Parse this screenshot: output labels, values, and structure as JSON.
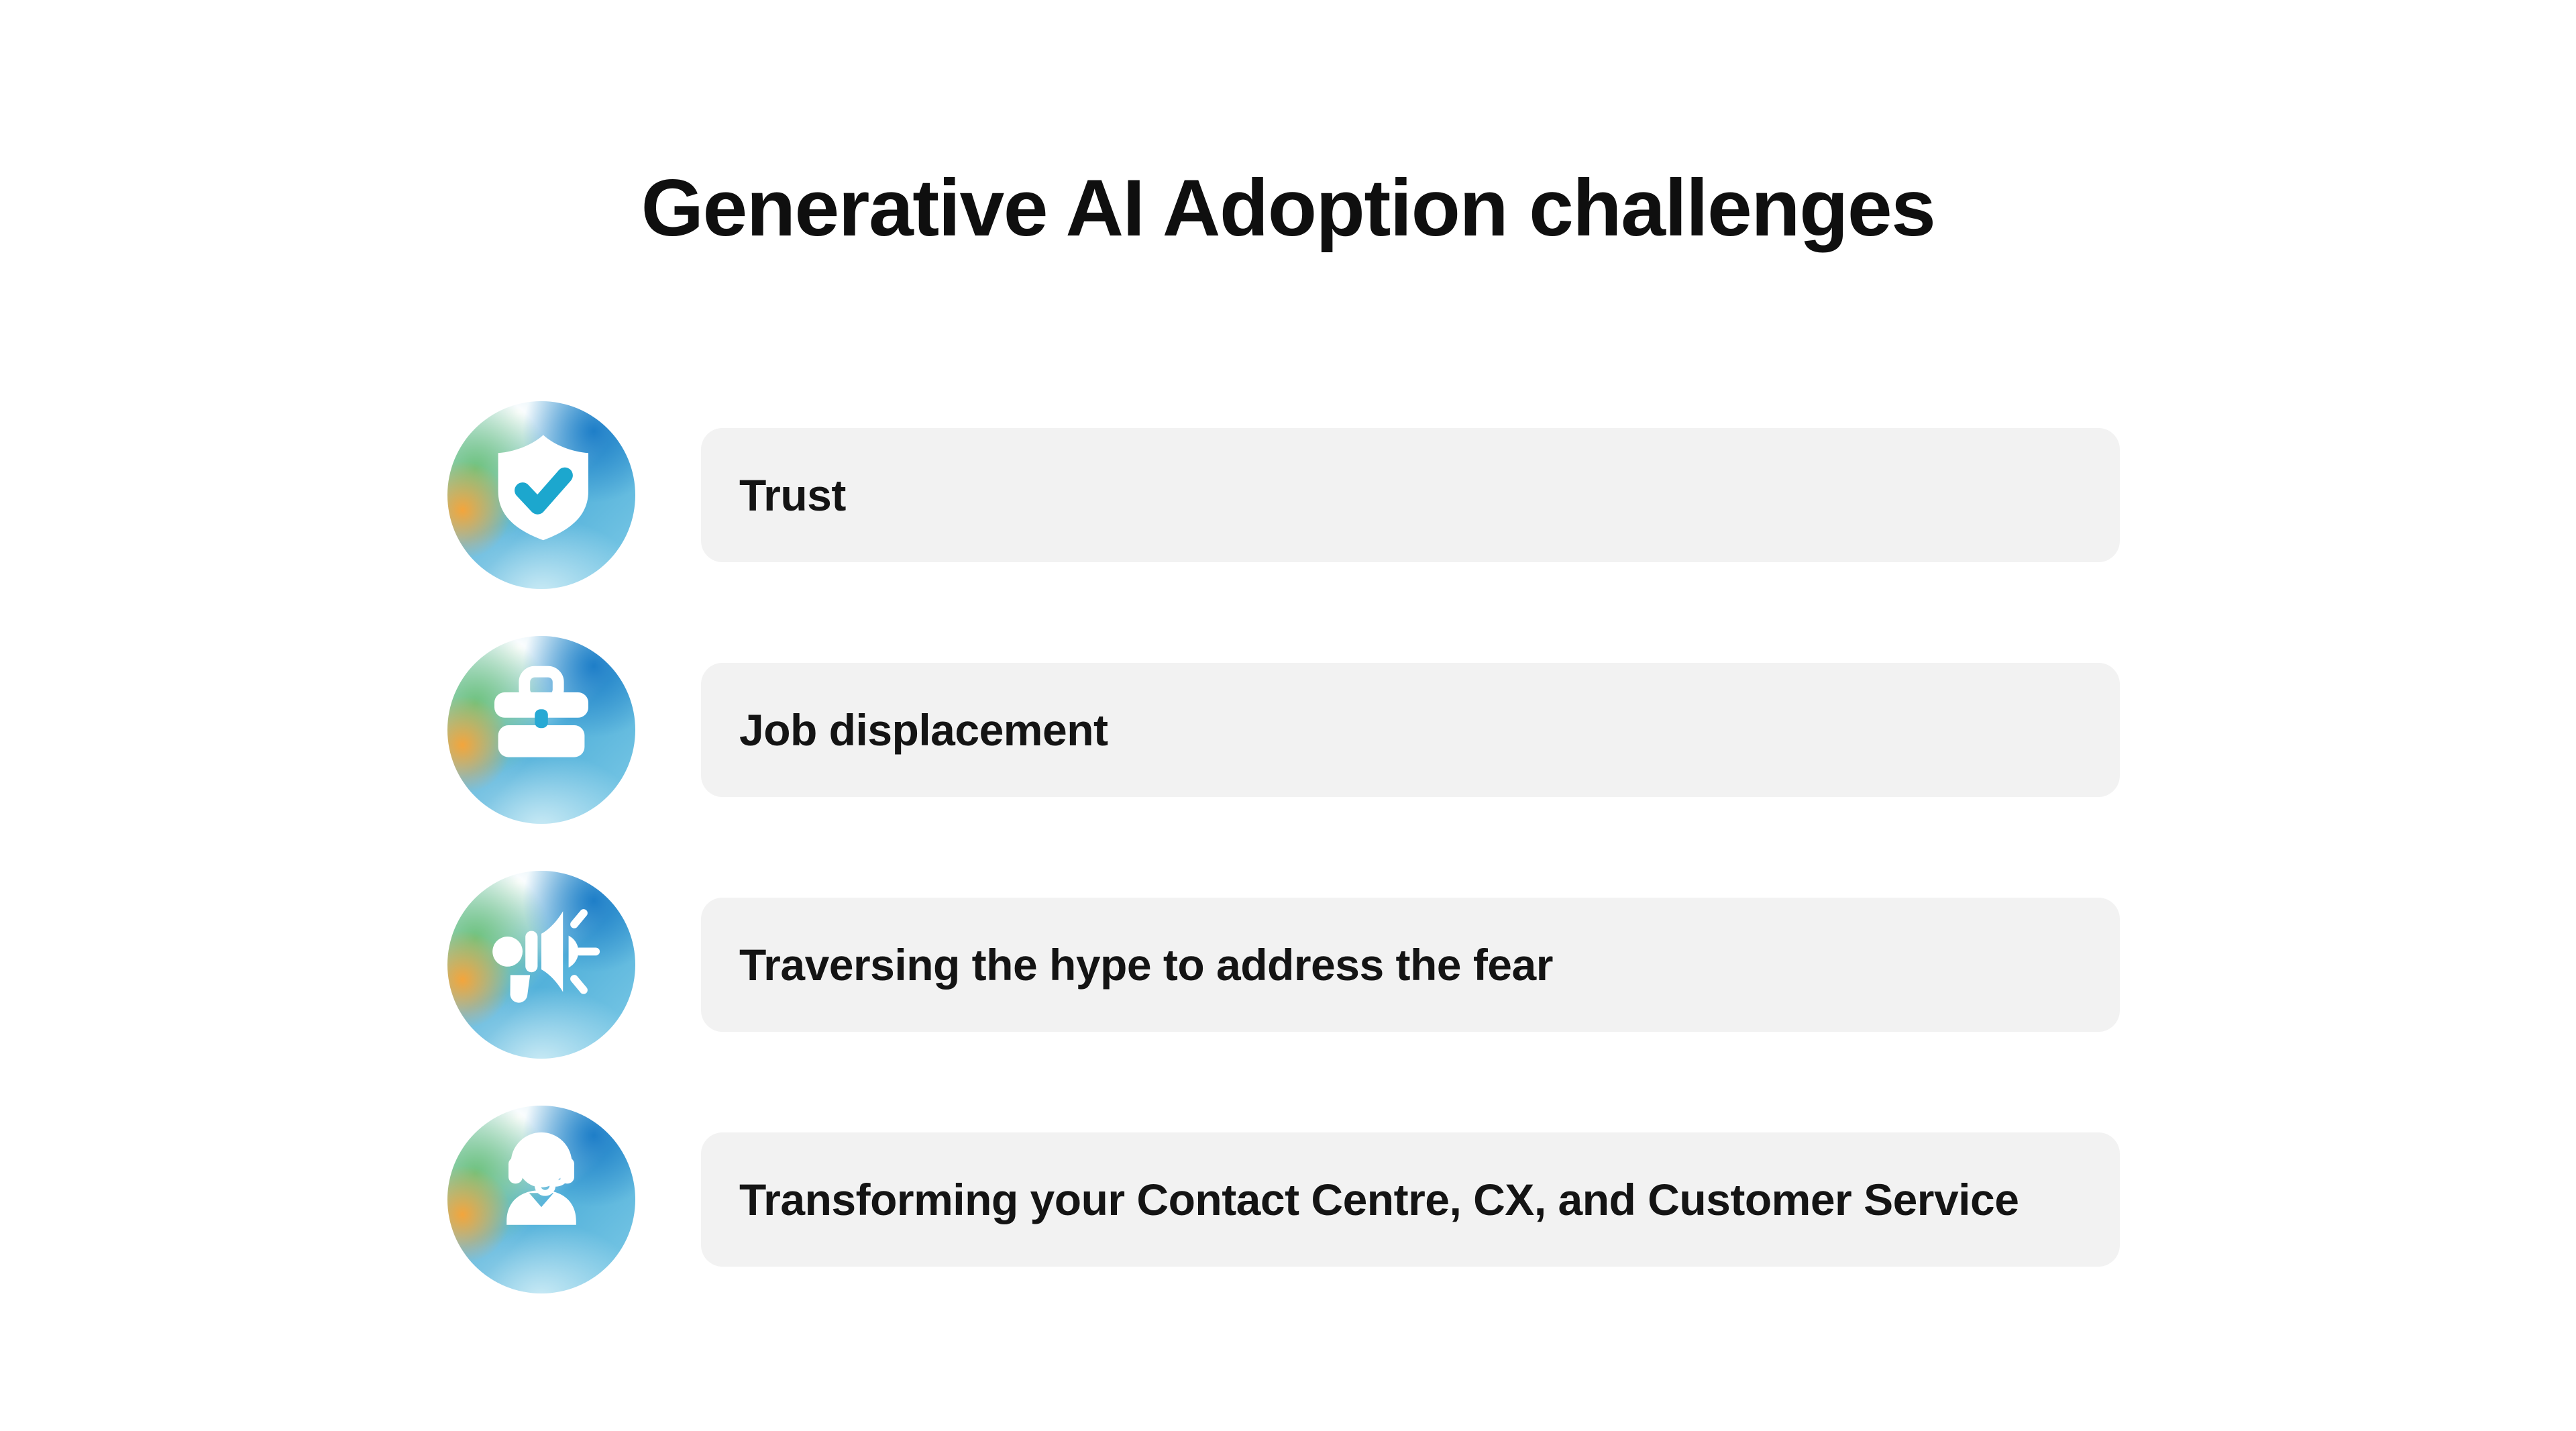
{
  "title": "Generative AI Adoption challenges",
  "colors": {
    "background": "#FFFFFF",
    "bar_background": "#F2F2F2",
    "text": "#141414",
    "title_text": "#0F0F0F",
    "icon_glyph": "#FFFFFF",
    "icon_accent_teal": "#22A9D2",
    "icon_gradient_blue": "#1E7EC8",
    "icon_gradient_cyan": "#53B1DA",
    "icon_gradient_green": "#6FC27D",
    "icon_gradient_orange": "#F3A53C",
    "icon_gradient_light": "#C9EAF5"
  },
  "rows": [
    {
      "icon": "shield-check-icon",
      "label": "Trust"
    },
    {
      "icon": "briefcase-icon",
      "label": "Job displacement"
    },
    {
      "icon": "megaphone-icon",
      "label": "Traversing the hype to address the fear"
    },
    {
      "icon": "headset-agent-icon",
      "label": "Transforming your Contact Centre, CX, and Customer Service"
    }
  ]
}
